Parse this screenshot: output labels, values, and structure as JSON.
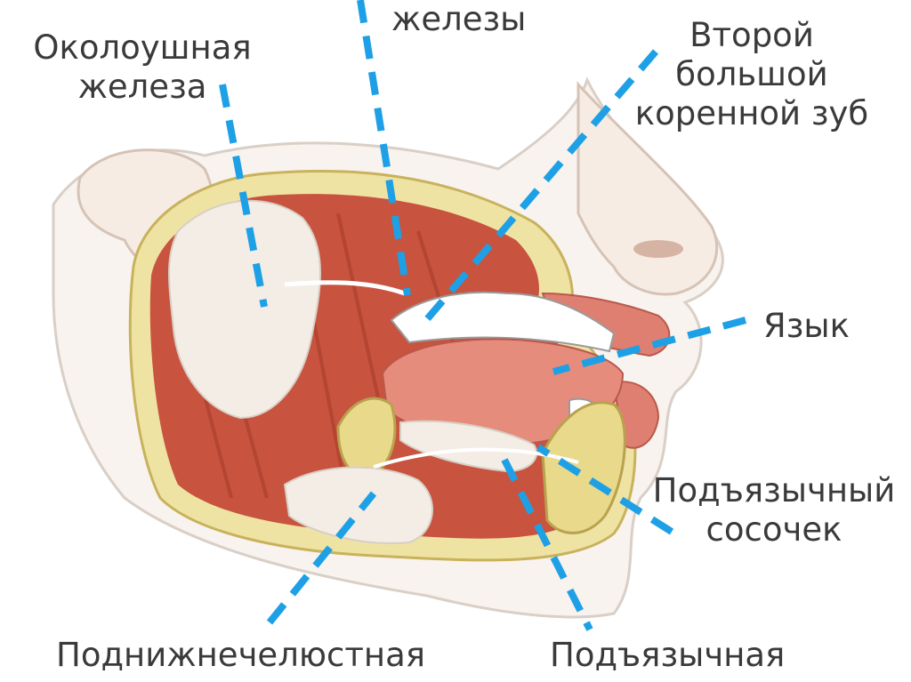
{
  "labels": {
    "top_glands": "железы",
    "parotid": [
      "Околоушная",
      "железа"
    ],
    "second_molar": [
      "Второй",
      "большой",
      "коренной зуб"
    ],
    "tongue": "Язык",
    "sublingual_papilla": [
      "Подъязычный",
      "сосочек"
    ],
    "submandibular": "Поднижнечелюстная",
    "sublingual": "Подъязычная"
  },
  "colors": {
    "pointer_lines": "#1ea0e6",
    "label_text": "#3a3a3a",
    "muscle": "#c8533f",
    "tongue": "#e58c7c",
    "gland": "#f3ede6",
    "bone": "#e9d98a",
    "skin": "#f8f3ee"
  }
}
